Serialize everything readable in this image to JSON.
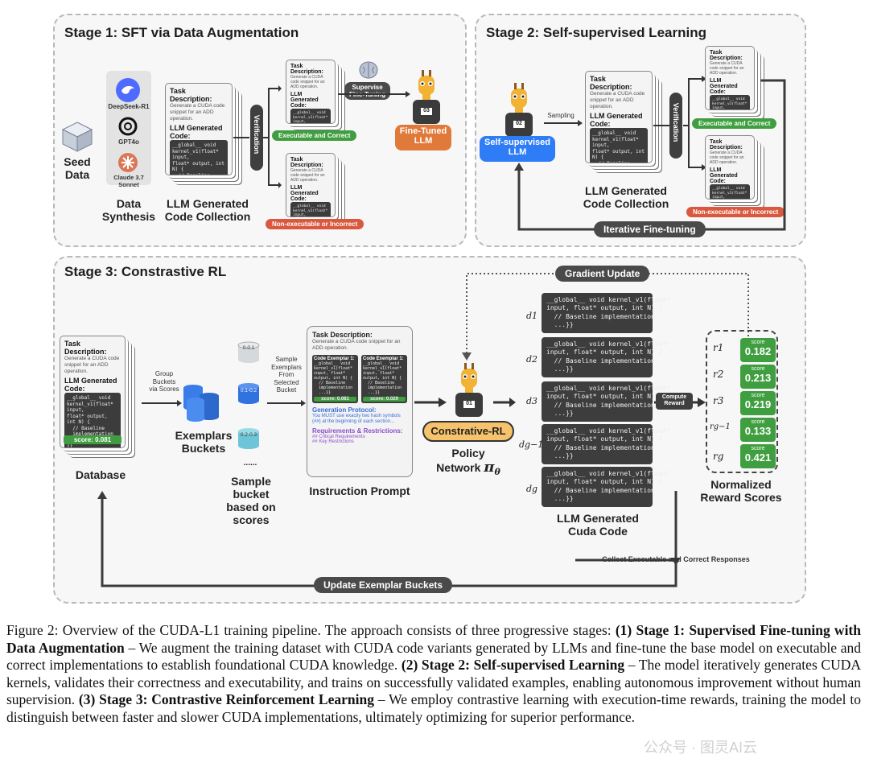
{
  "stage1": {
    "title": "Stage 1: SFT via Data Augmentation",
    "seed_data": "Seed\nData",
    "models": [
      "DeepSeek-R1",
      "GPT4o",
      "Claude 3.7\nSonnet"
    ],
    "data_synthesis": "Data\nSynthesis",
    "collection_label": "LLM Generated\nCode Collection",
    "verification": "Verification",
    "supervise": "Supervise\nFine-Tuning",
    "fine_tuned": "Fine-Tuned\nLLM",
    "executable": "Executable and Correct",
    "non_executable": "Non-executable or Incorrect",
    "badge": "03"
  },
  "card": {
    "task_title": "Task Description:",
    "task_text": "Generate a CUDA code snippet for an ADD operation.",
    "gen_title": "LLM Generated Code:",
    "code": "__global__ void\nkernel_v1(float* input,\nfloat* output, int N) {\n  // Baseline\n  implementation\n  ...\n}}"
  },
  "stage2": {
    "title": "Stage 2: Self-supervised Learning",
    "model": "Self-supervised\nLLM",
    "sampling": "Sampling",
    "collection_label": "LLM Generated\nCode Collection",
    "verification": "Verification",
    "executable": "Executable and Correct",
    "non_executable": "Non-executable or Incorrect",
    "iterative": "Iterative Fine-tuning",
    "badge": "02"
  },
  "stage3": {
    "title": "Stage 3: Constrastive RL",
    "gradient_update": "Gradient Update",
    "database_label": "Database",
    "db_score": "score: 0.081",
    "group": "Group\nBuckets\nvia Scores",
    "buckets": [
      "0-0.1",
      "0.1-0.2",
      "0.2-0.3"
    ],
    "exemplars_label": "Exemplars\nBuckets",
    "dots": "......",
    "sample_bucket": "Sample\nbucket\nbased on\nscores",
    "sample_exemplars": "Sample\nExemplars\nFrom\nSelected\nBucket",
    "prompt": {
      "task_title": "Task Description:",
      "task_text": "Generate a CUDA code snippet for an ADD operation.",
      "ex1_title": "Code Exemplar 1:",
      "ex2_title": "Code Exemplar 1:",
      "ex_code": "__global__ void\nkernel_v1(float*\ninput, float*\noutput, int N) {\n  // Baseline\n  implementation\n  ...}}",
      "ex1_score": "score: 0.081",
      "ex2_score": "score: 0.029",
      "gen_title": "Generation Protocol:",
      "gen_text": "You MUST use exactly two hash symbols (##) at the beginning of each section...",
      "req_title": "Requirements & Restrictions:",
      "req_1": "## Critical Requirements",
      "req_2": "## Key Restrictions"
    },
    "instruction_label": "Instruction Prompt",
    "policy_box": "Constrative-RL",
    "policy_label": "Policy\nNetwork",
    "policy_symbol": "π",
    "policy_sub": "θ",
    "badge": "01",
    "d_labels": [
      "d1",
      "d2",
      "d3",
      "dg−1",
      "dg"
    ],
    "code_snippet": "__global__ void kernel_v1(float*\ninput, float* output, int N) {\n  // Baseline implementation\n  ...}}",
    "cuda_label": "LLM Generated\nCuda Code",
    "compute_reward": "Compute\nReward",
    "r_labels": [
      "r1",
      "r2",
      "r3",
      "rg−1",
      "rg"
    ],
    "scores": [
      {
        "label": "score",
        "value": "0.182"
      },
      {
        "label": "score",
        "value": "0.213"
      },
      {
        "label": "score",
        "value": "0.219"
      },
      {
        "label": "score",
        "value": "0.133"
      },
      {
        "label": "score",
        "value": "0.421"
      }
    ],
    "reward_label": "Normalized\nReward Scores",
    "collect": "Collect Executable and Correct Responses",
    "update": "Update Exemplar Buckets"
  },
  "caption": {
    "prefix": "Figure 2:  Overview of the CUDA-L1 training pipeline.  The approach consists of three progressive stages: ",
    "s1_bold": "(1) Stage 1: Supervised Fine-tuning with Data Augmentation",
    "s1_text": " – We augment the training dataset with CUDA code variants generated by LLMs and fine-tune the base model on executable and correct implementations to establish foundational CUDA knowledge. ",
    "s2_bold": "(2) Stage 2: Self-supervised Learning",
    "s2_text": " – The model iteratively generates CUDA kernels, validates their correctness and executability, and trains on successfully validated examples, enabling autonomous improvement without human supervision. ",
    "s3_bold": "(3) Stage 3: Contrastive Reinforcement Learning",
    "s3_text": " – We employ contrastive learning with execution-time rewards, training the model to distinguish between faster and slower CUDA implementations, ultimately optimizing for superior performance."
  },
  "watermark": "公众号 · 图灵AI云"
}
